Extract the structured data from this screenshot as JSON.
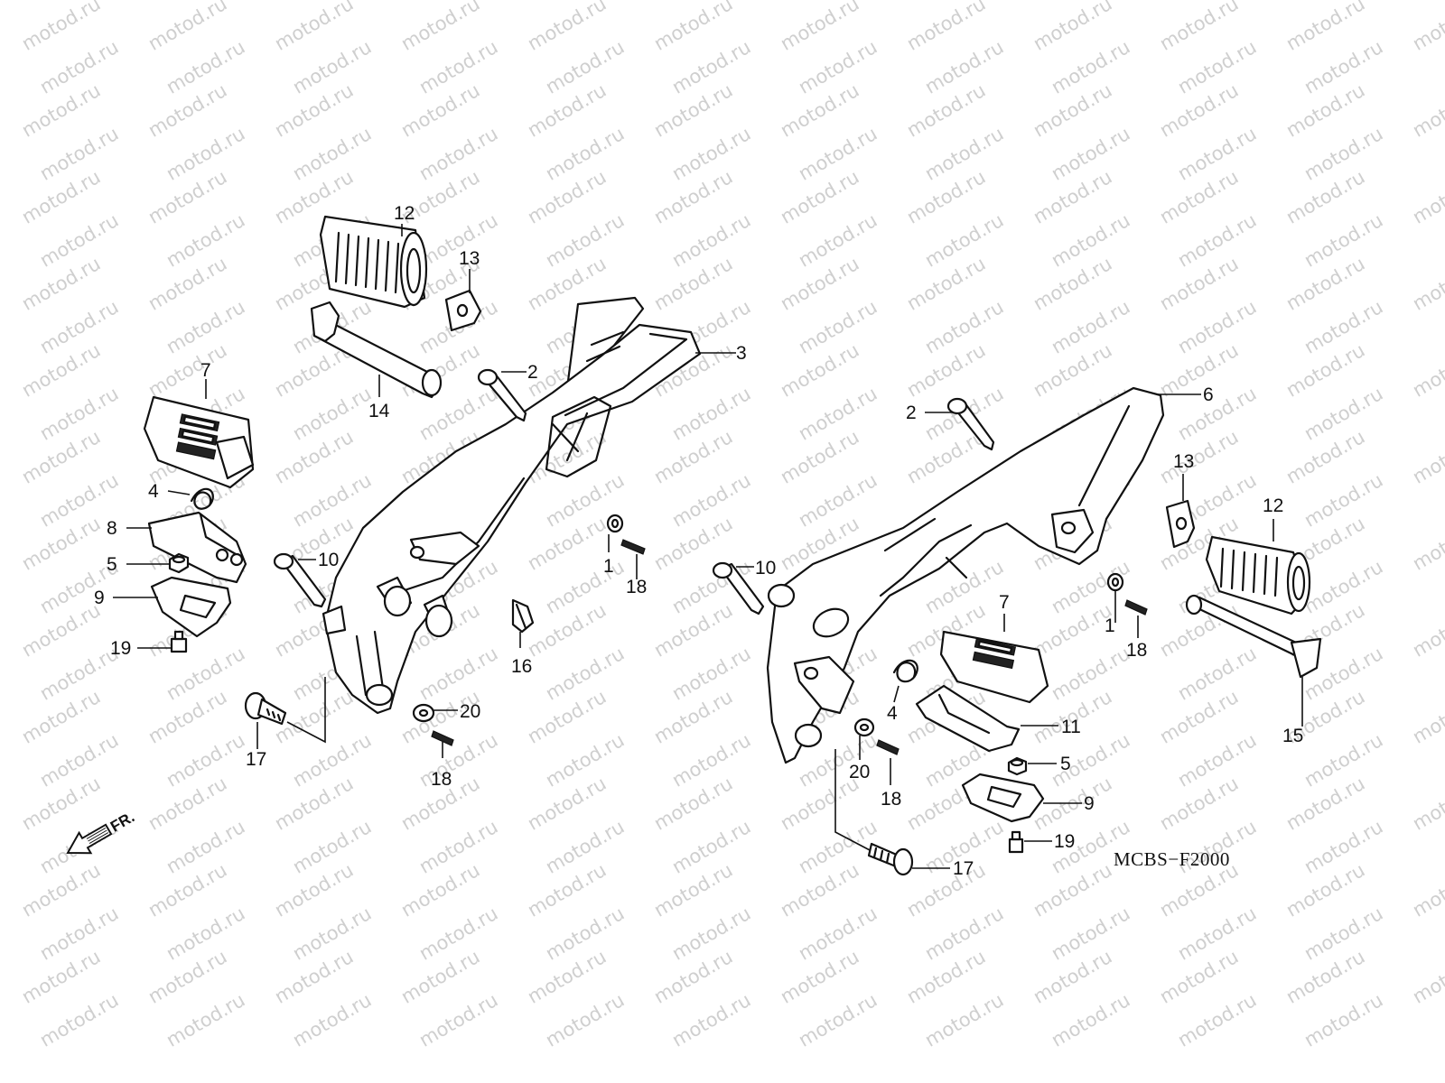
{
  "watermark": "motod.ru",
  "diagram_code": "MCBS−F2000",
  "front_label": "FR.",
  "callouts": [
    {
      "id": "c12a",
      "text": "12"
    },
    {
      "id": "c13a",
      "text": "13"
    },
    {
      "id": "c3",
      "text": "3"
    },
    {
      "id": "c2a",
      "text": "2"
    },
    {
      "id": "c14",
      "text": "14"
    },
    {
      "id": "c7a",
      "text": "7"
    },
    {
      "id": "c4a",
      "text": "4"
    },
    {
      "id": "c8",
      "text": "8"
    },
    {
      "id": "c5a",
      "text": "5"
    },
    {
      "id": "c9a",
      "text": "9"
    },
    {
      "id": "c19a",
      "text": "19"
    },
    {
      "id": "c10a",
      "text": "10"
    },
    {
      "id": "c1a",
      "text": "1"
    },
    {
      "id": "c18a",
      "text": "18"
    },
    {
      "id": "c16",
      "text": "16"
    },
    {
      "id": "c20a",
      "text": "20"
    },
    {
      "id": "c18b",
      "text": "18"
    },
    {
      "id": "c17a",
      "text": "17"
    },
    {
      "id": "c6",
      "text": "6"
    },
    {
      "id": "c2b",
      "text": "2"
    },
    {
      "id": "c13b",
      "text": "13"
    },
    {
      "id": "c12b",
      "text": "12"
    },
    {
      "id": "c10b",
      "text": "10"
    },
    {
      "id": "c1b",
      "text": "1"
    },
    {
      "id": "c18c",
      "text": "18"
    },
    {
      "id": "c7b",
      "text": "7"
    },
    {
      "id": "c4b",
      "text": "4"
    },
    {
      "id": "c11",
      "text": "11"
    },
    {
      "id": "c15",
      "text": "15"
    },
    {
      "id": "c5b",
      "text": "5"
    },
    {
      "id": "c20b",
      "text": "20"
    },
    {
      "id": "c18d",
      "text": "18"
    },
    {
      "id": "c9b",
      "text": "9"
    },
    {
      "id": "c19b",
      "text": "19"
    },
    {
      "id": "c17b",
      "text": "17"
    }
  ]
}
